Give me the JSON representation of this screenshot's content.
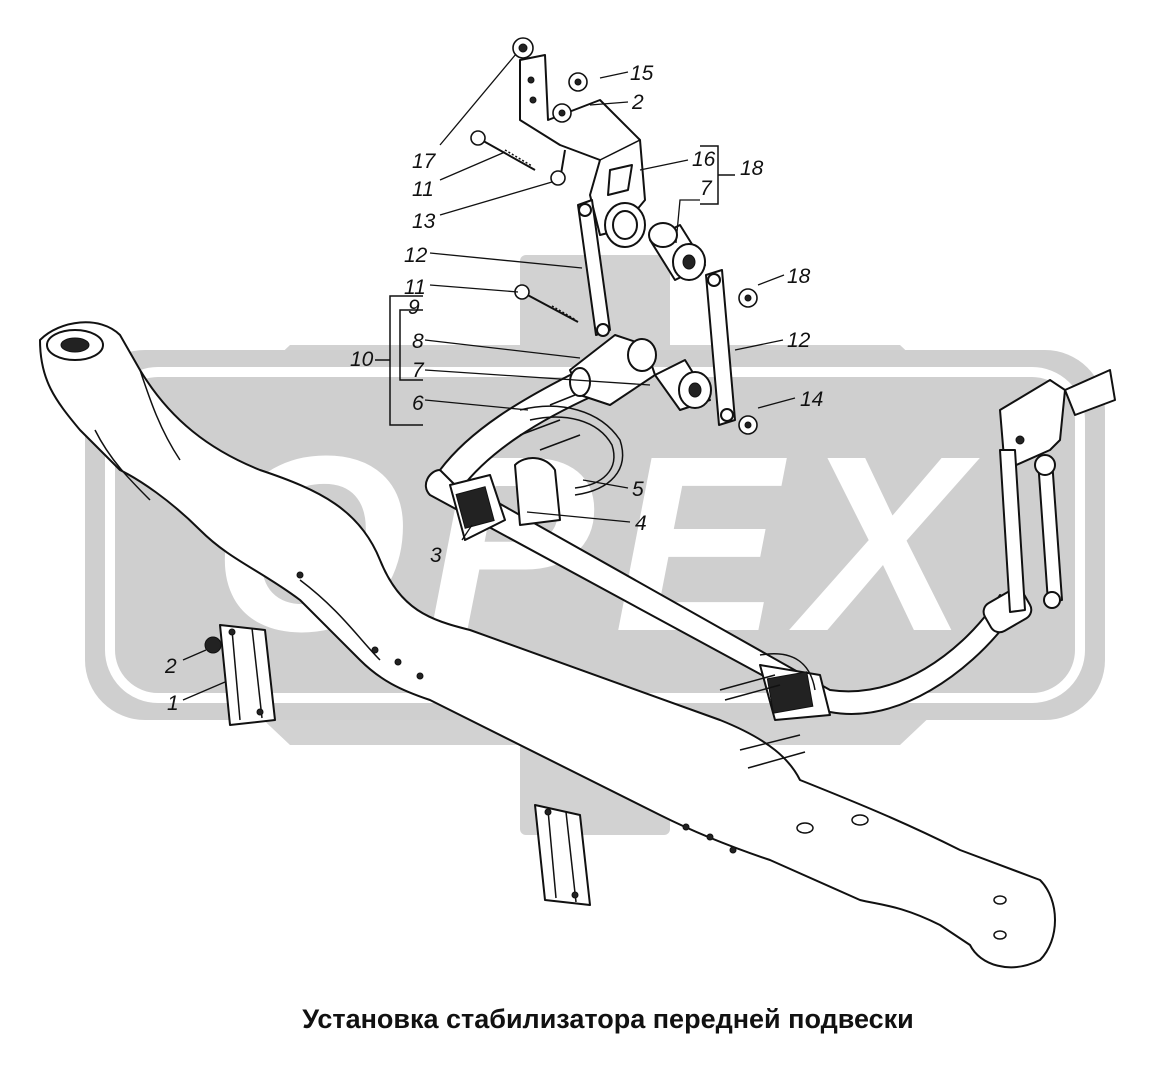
{
  "caption": "Установка стабилизатора передней подвески",
  "watermark": "OPEX",
  "callouts": [
    {
      "id": "c1",
      "text": "1"
    },
    {
      "id": "c2a",
      "text": "2"
    },
    {
      "id": "c2b",
      "text": "2"
    },
    {
      "id": "c3",
      "text": "3"
    },
    {
      "id": "c4",
      "text": "4"
    },
    {
      "id": "c5",
      "text": "5"
    },
    {
      "id": "c6",
      "text": "6"
    },
    {
      "id": "c7a",
      "text": "7"
    },
    {
      "id": "c7b",
      "text": "7"
    },
    {
      "id": "c8",
      "text": "8"
    },
    {
      "id": "c9",
      "text": "9"
    },
    {
      "id": "c10",
      "text": "10"
    },
    {
      "id": "c11a",
      "text": "11"
    },
    {
      "id": "c11b",
      "text": "11"
    },
    {
      "id": "c12a",
      "text": "12"
    },
    {
      "id": "c12b",
      "text": "12"
    },
    {
      "id": "c13",
      "text": "13"
    },
    {
      "id": "c14",
      "text": "14"
    },
    {
      "id": "c15",
      "text": "15"
    },
    {
      "id": "c16",
      "text": "16"
    },
    {
      "id": "c17",
      "text": "17"
    },
    {
      "id": "c18a",
      "text": "18"
    },
    {
      "id": "c18b",
      "text": "18"
    }
  ]
}
